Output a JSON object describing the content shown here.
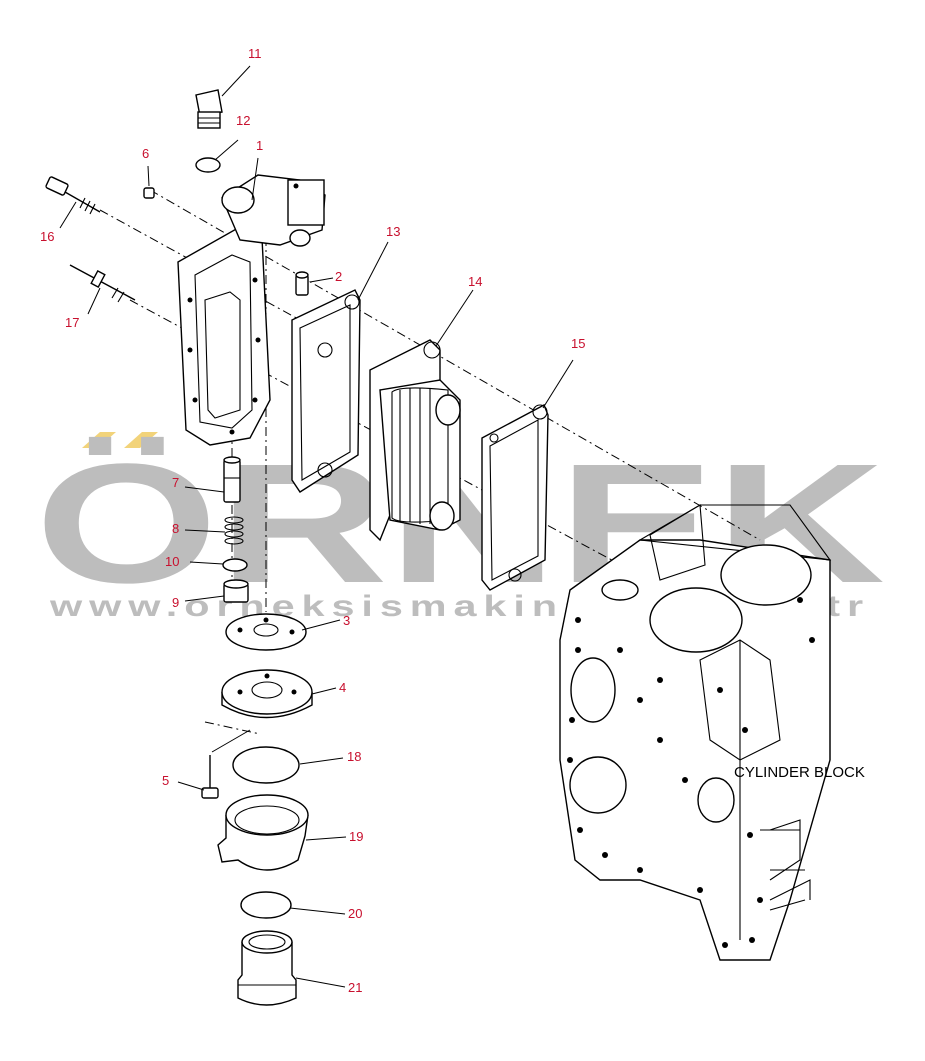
{
  "watermark": {
    "brand": "ÖRNEK",
    "url": "www.orneksismakinaları.com.tr",
    "color": "#bdbdbd",
    "accent": "#f2d37a"
  },
  "labels": {
    "cylinder_block": "CYLINDER BLOCK"
  },
  "callout_color": "#c8102e",
  "callouts": [
    "1",
    "2",
    "3",
    "4",
    "5",
    "6",
    "7",
    "8",
    "9",
    "10",
    "11",
    "12",
    "13",
    "14",
    "15",
    "16",
    "17",
    "18",
    "19",
    "20",
    "21"
  ]
}
